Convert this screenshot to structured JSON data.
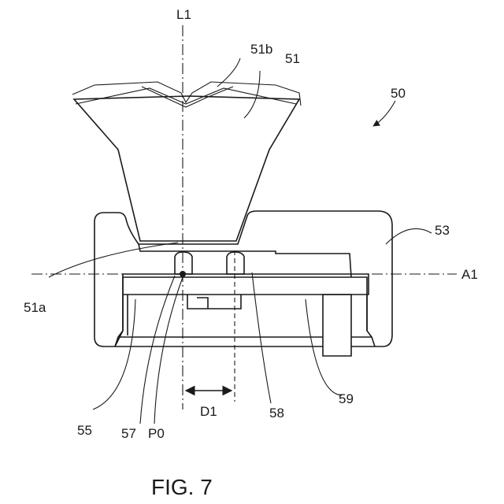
{
  "labels": {
    "l1": "L1",
    "a1": "A1",
    "d1": "D1",
    "n50": "50",
    "n51": "51",
    "n51a": "51a",
    "n51b": "51b",
    "n53": "53",
    "n55": "55",
    "n57": "57",
    "n58": "58",
    "n59": "59",
    "p0": "P0"
  },
  "caption": "FIG. 7",
  "colors": {
    "ink": "#1a1a1a",
    "background": "#ffffff"
  }
}
